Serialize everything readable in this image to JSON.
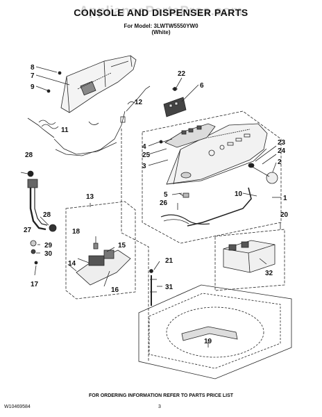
{
  "title": "CONSOLE AND DISPENSER PARTS",
  "watermark": "AppliancePartsPros.com",
  "model_line": "For Model: 3LWTW5550YW0",
  "color_line": "(White)",
  "footer_text": "FOR ORDERING INFORMATION REFER TO PARTS PRICE LIST",
  "doc_number": "W10469584",
  "page_number": "3",
  "callouts": [
    {
      "id": "8",
      "label": "8"
    },
    {
      "id": "7",
      "label": "7"
    },
    {
      "id": "9",
      "label": "9"
    },
    {
      "id": "12",
      "label": "12"
    },
    {
      "id": "11",
      "label": "11"
    },
    {
      "id": "22",
      "label": "22"
    },
    {
      "id": "6",
      "label": "6"
    },
    {
      "id": "4",
      "label": "4"
    },
    {
      "id": "25",
      "label": "25"
    },
    {
      "id": "3",
      "label": "3"
    },
    {
      "id": "23",
      "label": "23"
    },
    {
      "id": "24",
      "label": "24"
    },
    {
      "id": "2",
      "label": "2"
    },
    {
      "id": "5",
      "label": "5"
    },
    {
      "id": "10",
      "label": "10"
    },
    {
      "id": "1",
      "label": "1"
    },
    {
      "id": "26",
      "label": "26"
    },
    {
      "id": "28a",
      "label": "28"
    },
    {
      "id": "28b",
      "label": "28"
    },
    {
      "id": "27",
      "label": "27"
    },
    {
      "id": "29",
      "label": "29"
    },
    {
      "id": "30",
      "label": "30"
    },
    {
      "id": "17",
      "label": "17"
    },
    {
      "id": "13",
      "label": "13"
    },
    {
      "id": "18",
      "label": "18"
    },
    {
      "id": "15",
      "label": "15"
    },
    {
      "id": "14",
      "label": "14"
    },
    {
      "id": "16",
      "label": "16"
    },
    {
      "id": "21",
      "label": "21"
    },
    {
      "id": "31",
      "label": "31"
    },
    {
      "id": "20",
      "label": "20"
    },
    {
      "id": "32",
      "label": "32"
    },
    {
      "id": "19",
      "label": "19"
    }
  ]
}
